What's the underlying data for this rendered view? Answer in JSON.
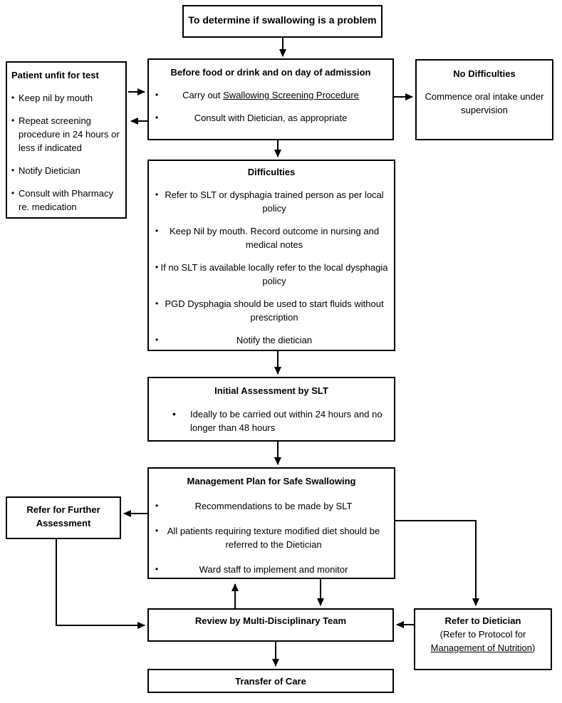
{
  "ui": {
    "bullet": "•"
  },
  "colors": {
    "line": "#000000",
    "text": "#000000",
    "background": "#ffffff"
  },
  "flowchart": {
    "top": {
      "title": "To determine if swallowing is a problem"
    },
    "before": {
      "title": "Before food or drink and on day of admission",
      "bullet1_pre": "Carry out ",
      "bullet1_underlined": "Swallowing Screening Procedure",
      "bullet2": "Consult with Dietician, as appropriate"
    },
    "unfit": {
      "title": "Patient unfit for test",
      "bullets": [
        "Keep nil by mouth",
        "Repeat screening procedure in 24 hours or less if indicated",
        "Notify Dietician",
        "Consult with Pharmacy re. medication"
      ]
    },
    "no_difficulties": {
      "title": "No Difficulties",
      "text": "Commence oral intake under supervision"
    },
    "difficulties": {
      "title": "Difficulties",
      "bullets": [
        "Refer to SLT or dysphagia trained person as per local policy",
        "Keep Nil by mouth. Record outcome in nursing and medical notes",
        "If no SLT is available locally refer to the local dysphagia policy",
        "PGD Dysphagia should be used to start fluids without prescription",
        "Notify the dietician"
      ]
    },
    "initial": {
      "title": "Initial Assessment by SLT",
      "bullet": "Ideally to be carried out within 24 hours and no longer than 48 hours"
    },
    "management": {
      "title": "Management Plan for Safe Swallowing",
      "bullets": [
        "Recommendations to be made by SLT",
        "All patients requiring texture modified diet should be referred to the Dietician",
        "Ward staff to implement and monitor"
      ]
    },
    "further": {
      "title": "Refer for Further Assessment"
    },
    "review": {
      "title": "Review by Multi-Disciplinary Team"
    },
    "dietician": {
      "title": "Refer to Dietician",
      "line2": "(Refer to Protocol for",
      "line3_underlined": "Management of Nutrition",
      "line3_suffix": ")"
    },
    "transfer": {
      "title": "Transfer of Care"
    }
  }
}
